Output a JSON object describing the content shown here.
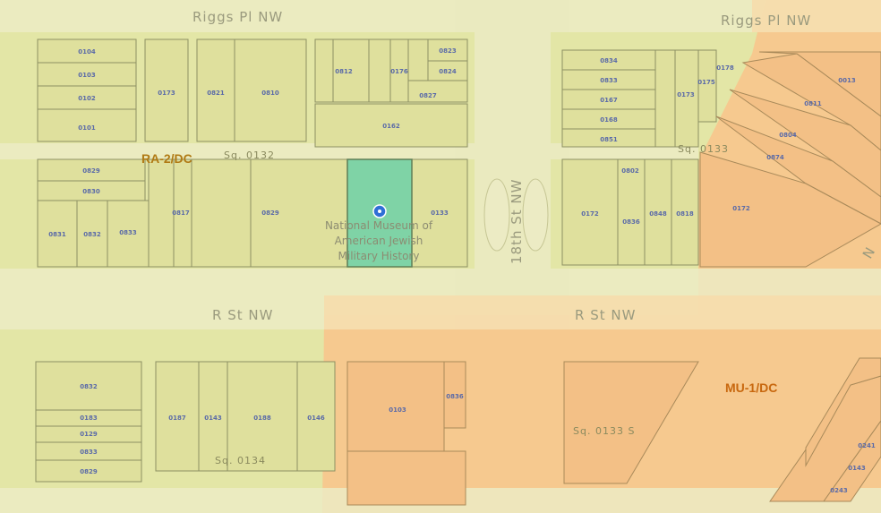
{
  "map": {
    "colors": {
      "ra_zone": "#e3e6a6",
      "ra_lot": "#dfe09d",
      "mu_zone": "#f6c98f",
      "mu_lot": "#f3c086",
      "road": "#ecebc4",
      "selected_lot": "#7fd3a6",
      "lot_stroke": "#8c9063",
      "zone_label_ra": "#b07a14",
      "zone_label_mu": "#c8680f"
    },
    "streets": {
      "riggs_left": "Riggs Pl NW",
      "riggs_right": "Riggs Pl NW",
      "r_left": "R St NW",
      "r_right": "R St NW",
      "eighteenth": "18th St NW",
      "edge": "N"
    },
    "zones": {
      "ra": "RA-2/DC",
      "mu": "MU-1/DC"
    },
    "squares": {
      "sq1": "Sq. 0132",
      "sq2": "Sq. 0133",
      "sq3": "Sq. 0134",
      "sq4": "Sq. 0133 S"
    },
    "poi": {
      "line1": "National Museum of",
      "line2": "American Jewish",
      "line3": "Military History"
    },
    "selected_lot_icon": "location-pin-icon",
    "lots": {
      "a1": "0104",
      "a2": "0103",
      "a3": "0102",
      "a4": "0101",
      "a5": "0173",
      "a6": "0821",
      "a7": "0810",
      "a8": "0812",
      "a9": "0176",
      "a10": "0823",
      "a11": "0824",
      "a12": "0827",
      "a13": "0162",
      "b1": "0829",
      "b2": "0830",
      "b3": "0831",
      "b4": "0832",
      "b5": "0833",
      "b6": "0817",
      "b7": "0829",
      "c1": "0133",
      "c2": "0834",
      "c3": "0833",
      "c4": "0167",
      "c5": "0168",
      "c6": "0851",
      "c7": "0173",
      "c8": "0175",
      "c9": "0178",
      "d1": "0802",
      "d2": "0172",
      "d3": "0836",
      "d4": "0848",
      "d5": "0818",
      "d6": "0172",
      "e1": "0013",
      "e2": "0811",
      "e3": "0804",
      "e4": "0874",
      "f1": "0832",
      "f2": "0183",
      "f3": "0129",
      "f4": "0833",
      "f5": "0829",
      "f6": "0187",
      "f7": "0143",
      "f8": "0188",
      "f9": "0146",
      "g1": "0103",
      "g2": "0836",
      "h1": "0241",
      "h2": "0143",
      "h3": "0243"
    }
  }
}
